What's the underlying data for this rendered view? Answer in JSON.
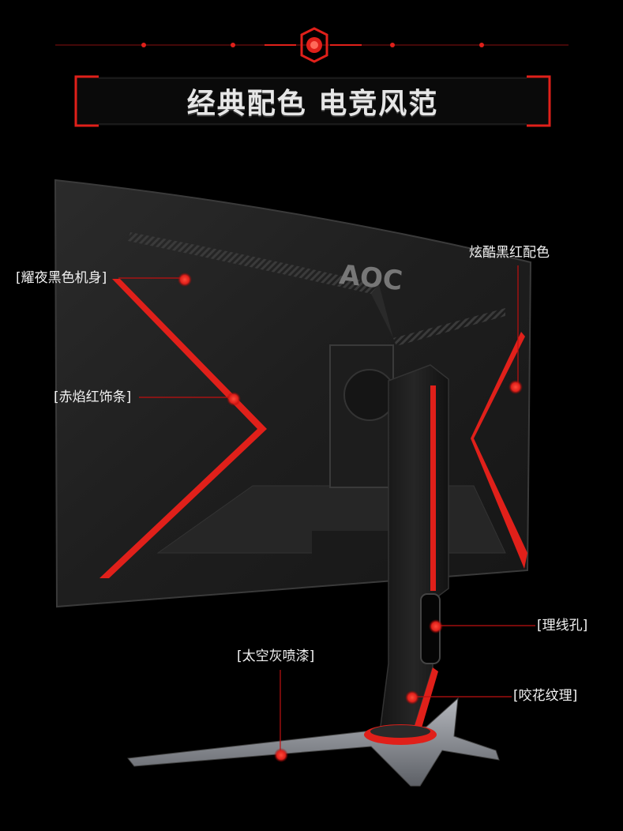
{
  "title": "经典配色 电竞风范",
  "brand_logo": "AOC",
  "callouts": {
    "body_color": "[耀夜黑色机身]",
    "red_trim": "[赤焰红饰条]",
    "cool_color": "炫酷黑红配色",
    "cable_hole": "[理线孔]",
    "base_paint": "[太空灰喷漆]",
    "texture": "[咬花纹理]"
  },
  "colors": {
    "background": "#000000",
    "accent_red": "#e0201a",
    "body_dark": "#1a1a1a",
    "base_gray": "#8a8d93"
  }
}
